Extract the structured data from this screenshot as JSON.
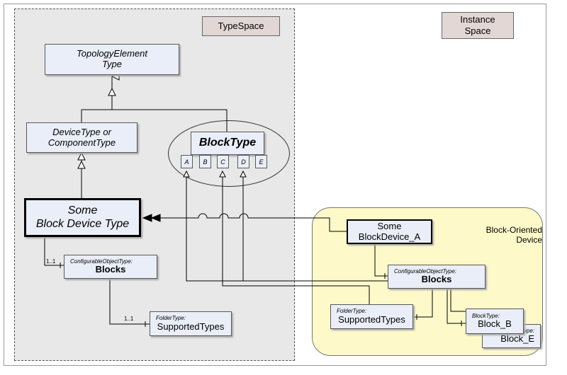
{
  "spaces": {
    "typespace": "TypeSpace",
    "instance_line1": "Instance",
    "instance_line2": "Space"
  },
  "device_area": {
    "line1": "Block-Oriented",
    "line2": "Device"
  },
  "nodes": {
    "topology_element": {
      "line1": "TopologyElement",
      "line2": "Type"
    },
    "device_type": {
      "line1": "DeviceType or",
      "line2": "ComponentType"
    },
    "block_type": {
      "title": "BlockType",
      "ports": [
        "A",
        "B",
        "C",
        "D",
        "E"
      ]
    },
    "some_block_device_type": {
      "line1": "Some",
      "line2": "Block Device Type"
    },
    "blocks_type": {
      "type_label": "ConfigurableObjectType:",
      "name": "Blocks"
    },
    "supported_types_type": {
      "type_label": "FolderType:",
      "name": "SupportedTypes"
    },
    "some_block_device_a": {
      "line1": "Some",
      "line2": "BlockDevice_A"
    },
    "blocks_instance": {
      "type_label": "ConfigurableObjectType:",
      "name": "Blocks"
    },
    "supported_types_instance": {
      "type_label": "FolderType:",
      "name": "SupportedTypes"
    },
    "block_b": {
      "type_label": "BlockType:",
      "name": "Block_B"
    },
    "block_e": {
      "type_label": "Type:",
      "name": "Block_E"
    }
  },
  "multiplicities": {
    "blocks": "1..1",
    "supported_types": "1..1"
  },
  "colors": {
    "node_fill": "#e9eef8",
    "typespace_fill": "#e8e8e8",
    "device_area_fill": "#fdf9c9",
    "space_label_fill": "#e2d7d5"
  }
}
